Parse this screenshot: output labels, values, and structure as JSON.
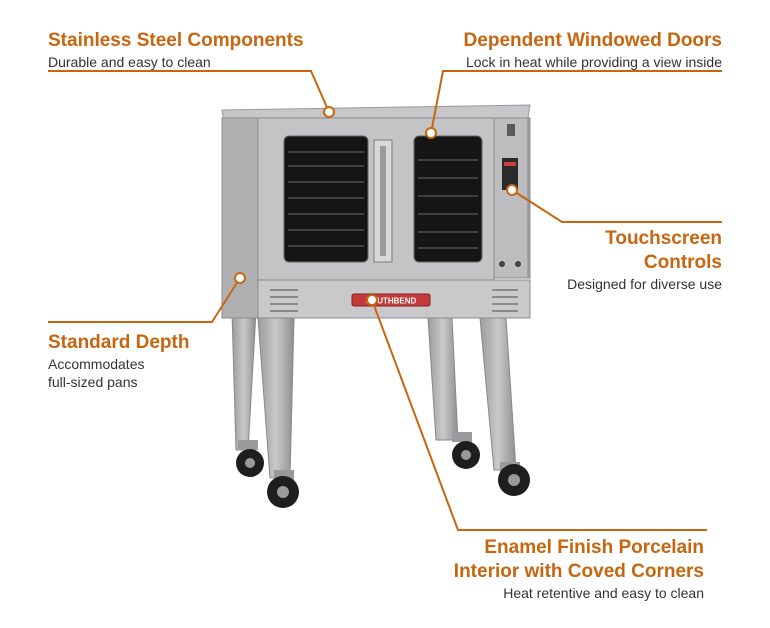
{
  "colors": {
    "accent": "#c8650f",
    "text": "#333333",
    "steel": "#a9a9ab",
    "dot": "#ffffff"
  },
  "callouts": {
    "stainless": {
      "title": "Stainless Steel Components",
      "desc": "Durable and easy to clean"
    },
    "doors": {
      "title": "Dependent Windowed Doors",
      "desc": "Lock in heat while providing a view inside"
    },
    "touch": {
      "title_line1": "Touchscreen",
      "title_line2": "Controls",
      "desc": "Designed for diverse use"
    },
    "depth": {
      "title": "Standard Depth",
      "desc_line1": "Accommodates",
      "desc_line2": "full-sized pans"
    },
    "enamel": {
      "title_line1": "Enamel Finish Porcelain",
      "title_line2": "Interior with Coved Corners",
      "desc": "Heat retentive and easy to clean"
    }
  },
  "product": {
    "brand": "SOUTHBEND"
  }
}
